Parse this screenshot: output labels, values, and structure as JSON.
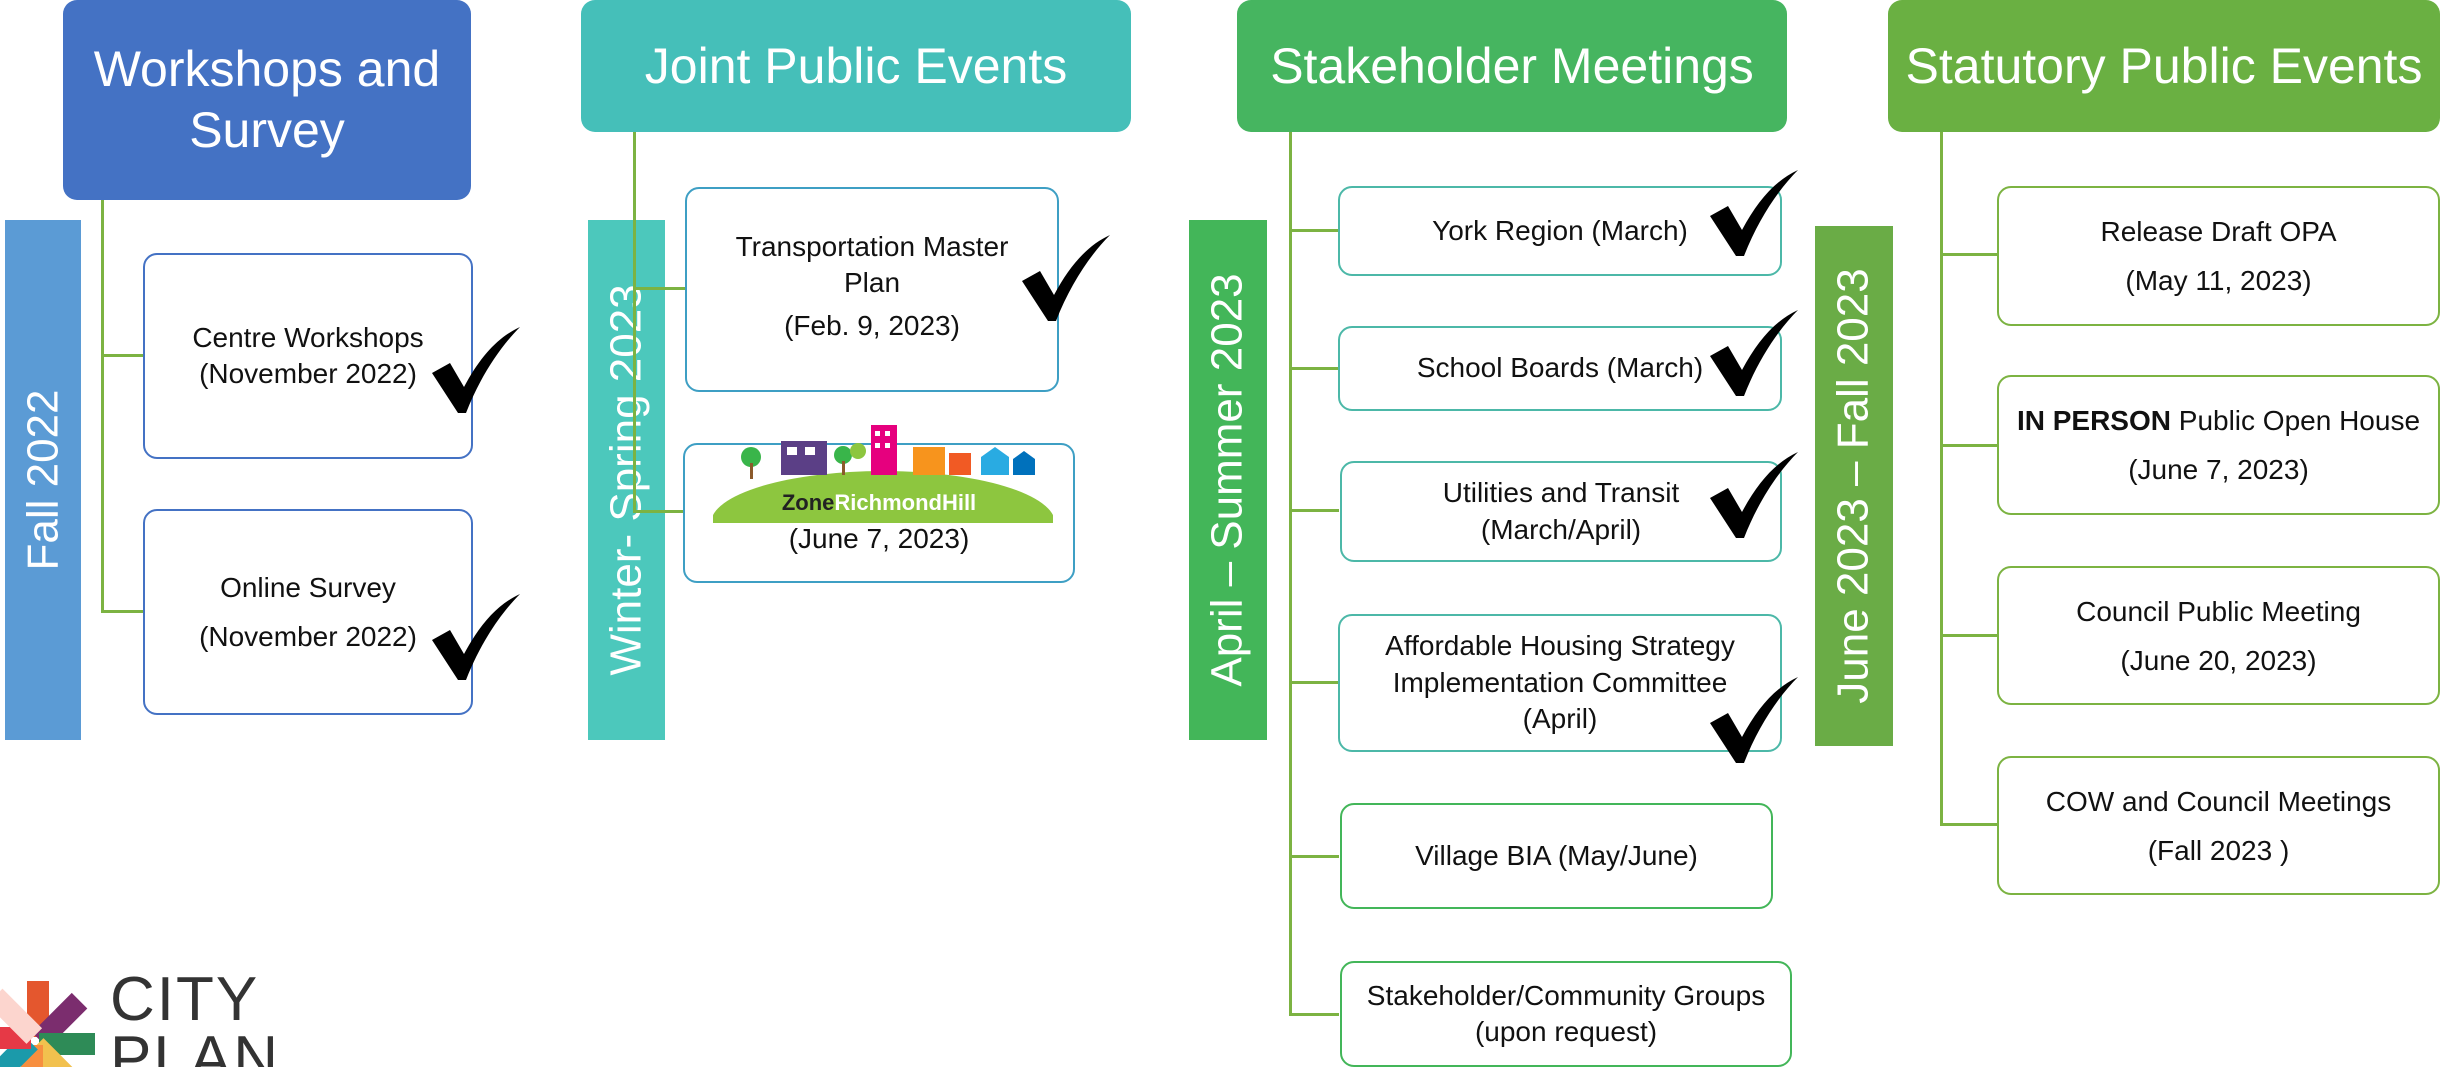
{
  "columns": {
    "workshops": {
      "header": "Workshops and Survey",
      "period": "Fall 2022",
      "items": [
        {
          "line1": "Centre Workshops",
          "line2": "(November 2022)"
        },
        {
          "line1": "Online Survey",
          "line2": "(November 2022)"
        }
      ]
    },
    "joint": {
      "header": "Joint Public Events",
      "period": "Winter- Spring 2023",
      "items": [
        {
          "line1": "Transportation Master Plan",
          "line2": "(Feb. 9, 2023)"
        },
        {
          "logo_zone": "Zone",
          "logo_rest": "RichmondHill",
          "line2": "(June 7, 2023)"
        }
      ]
    },
    "stakeholder": {
      "header": "Stakeholder Meetings",
      "period": "April – Summer 2023",
      "items": [
        {
          "line1": "York Region (March)"
        },
        {
          "line1": "School Boards (March)"
        },
        {
          "line1": "Utilities and Transit",
          "line2": "(March/April)"
        },
        {
          "line1": "Affordable Housing Strategy",
          "line2": "Implementation Committee",
          "line3": "(April)"
        },
        {
          "line1": "Village BIA (May/June)"
        },
        {
          "line1": "Stakeholder/Community Groups",
          "line2": "(upon request)"
        }
      ]
    },
    "statutory": {
      "header": "Statutory Public Events",
      "period": "June 2023 – Fall 2023",
      "items": [
        {
          "line1": "Release Draft OPA",
          "line2": "(May 11, 2023)"
        },
        {
          "bold": "IN PERSON",
          "line1": " Public Open House",
          "line2": "(June 7, 2023)"
        },
        {
          "line1": "Council Public Meeting",
          "line2": "(June 20, 2023)"
        },
        {
          "line1": "COW and Council Meetings",
          "line2": "(Fall 2023 )"
        }
      ]
    }
  },
  "logo": {
    "line1": "CITY",
    "line2": "PLAN"
  },
  "colors": {
    "blue_header": "#4472c4",
    "blue_bar": "#5b9bd5",
    "teal_header": "#45bfb9",
    "teal_bar": "#4cc8bc",
    "green_header": "#46b560",
    "green_bar": "#43b659",
    "olive_header": "#6ab042",
    "olive_bar": "#6aac46",
    "connector": "#7cb342"
  }
}
